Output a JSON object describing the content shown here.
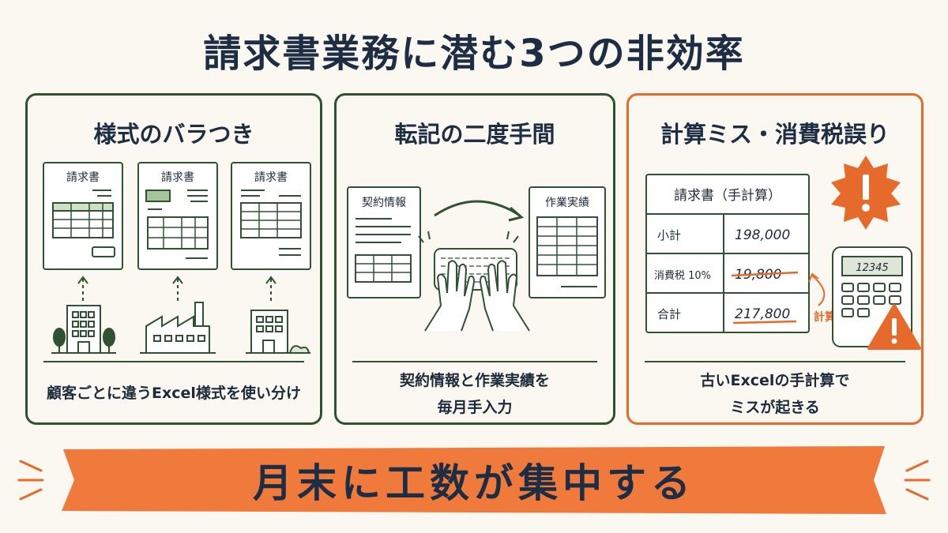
{
  "title": "請求書業務に潜む3つの非効率",
  "panels": [
    {
      "title": "様式のバラつき",
      "doc_label": "請求書",
      "caption": "顧客ごとに違うExcel様式を使い分け"
    },
    {
      "title": "転記の二度手間",
      "left_doc": "契約情報",
      "right_doc": "作業実績",
      "caption_line1": "契約情報と作業実績を",
      "caption_line2": "毎月手入力"
    },
    {
      "title": "計算ミス・消費税誤り",
      "table_title": "請求書（手計算）",
      "rows": [
        {
          "label": "小計",
          "value": "198,000"
        },
        {
          "label": "消費税 10%",
          "value": "19,800"
        },
        {
          "label": "合計",
          "value": "217,800"
        }
      ],
      "calculator_display": "12345",
      "error_note": "計算ミス!",
      "caption_line1": "古いExcelの手計算で",
      "caption_line2": "ミスが起きる"
    }
  ],
  "banner": "月末に工数が集中する",
  "colors": {
    "green": "#2f5233",
    "orange": "#e66a2c",
    "navy": "#1d2d44",
    "background": "#fbf8f1"
  }
}
